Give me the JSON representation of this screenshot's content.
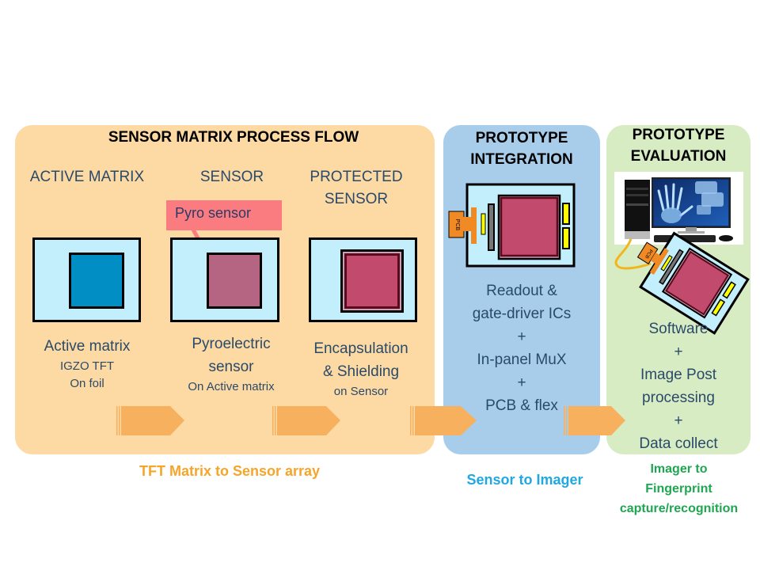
{
  "diagram": {
    "process_panel": {
      "title": "SENSOR MATRIX PROCESS FLOW",
      "color": "#fdd9a3",
      "stages": [
        {
          "heading": [
            "ACTIVE MATRIX"
          ],
          "caption_main": [
            "Active matrix"
          ],
          "caption_sub": [
            "IGZO TFT",
            "On foil"
          ],
          "chip_color": "#008ec4"
        },
        {
          "heading": [
            "SENSOR"
          ],
          "caption_main": [
            "Pyroelectric",
            "sensor"
          ],
          "caption_sub": [
            "On Active matrix"
          ],
          "chip_color": "#b56582",
          "callout": "Pyro sensor",
          "callout_color": "#fb7c80"
        },
        {
          "heading": [
            "PROTECTED",
            "SENSOR"
          ],
          "caption_main": [
            "Encapsulation",
            "& Shielding"
          ],
          "caption_sub": [
            "on Sensor"
          ],
          "chip_color": "#c24a6c"
        }
      ],
      "bottom_label": "TFT Matrix to Sensor array",
      "bottom_label_color": "#f7a52a"
    },
    "integration_panel": {
      "title": [
        "PROTOTYPE",
        "INTEGRATION"
      ],
      "color": "#a7cdea",
      "pcb_label": "PCB",
      "lines": [
        "Readout &",
        "gate-driver ICs",
        "+",
        "In-panel MuX",
        "+",
        "PCB & flex"
      ],
      "bottom_label": "Sensor to Imager",
      "bottom_label_color": "#22a8e0"
    },
    "evaluation_panel": {
      "title": [
        "PROTOTYPE",
        "EVALUATION"
      ],
      "color": "#d8ecc3",
      "pcb_label": "PCB",
      "lines": [
        "Software",
        "+",
        "Image Post",
        "processing",
        "+",
        "Data collect"
      ],
      "bottom_label": [
        "Imager to",
        "Fingerprint",
        "capture/recognition"
      ],
      "bottom_label_color": "#1ea650"
    },
    "flow_arrows": {
      "count": 4,
      "color": "#f7b15e"
    },
    "icons": {
      "computer": "desktop-computer-with-hand-scan-icon",
      "prototype_board": "sensor-prototype-board-icon"
    }
  }
}
